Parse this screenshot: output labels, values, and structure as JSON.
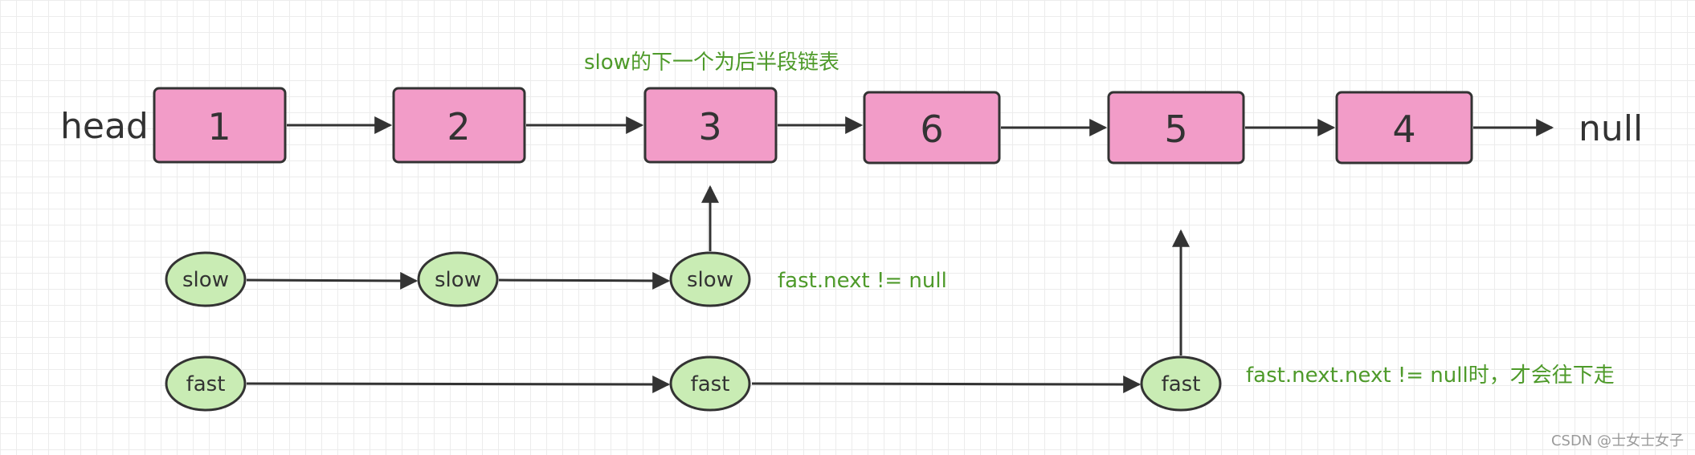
{
  "head_label": "head",
  "null_label": "null",
  "nodes": [
    "1",
    "2",
    "3",
    "6",
    "5",
    "4"
  ],
  "slow_pointers": [
    "slow",
    "slow",
    "slow"
  ],
  "fast_pointers": [
    "fast",
    "fast",
    "fast"
  ],
  "notes": {
    "top": "slow的下一个为后半段链表",
    "slow_condition": "fast.next != null",
    "fast_condition": "fast.next.next != null时，才会往下走"
  },
  "watermark": "CSDN @士女士女子",
  "colors": {
    "node_fill": "#f29cc8",
    "pointer_fill": "#c9ecb4",
    "stroke": "#333333",
    "note_text": "#4e9a2a"
  }
}
